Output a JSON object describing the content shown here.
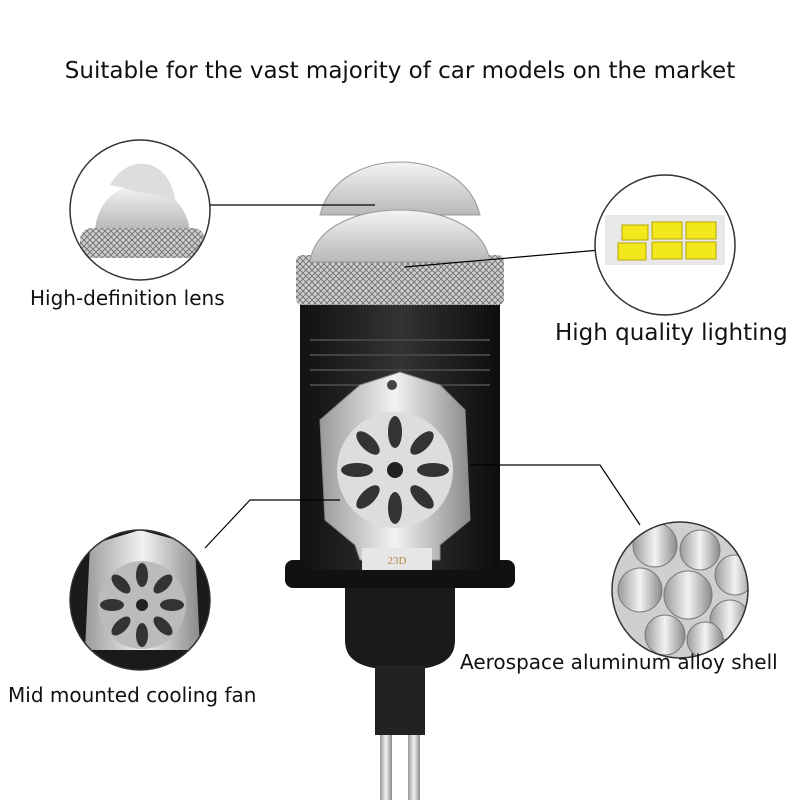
{
  "title": "Suitable for the vast majority of car models on the market",
  "features": [
    {
      "label": "High-definition lens",
      "icon": "lens-closeup"
    },
    {
      "label": "High quality lighting",
      "icon": "led-chip-closeup"
    },
    {
      "label": "Mid mounted cooling fan",
      "icon": "fan-closeup"
    },
    {
      "label": "Aerospace aluminum alloy shell",
      "icon": "aluminum-rods-closeup"
    }
  ],
  "product": {
    "plate_marking": "23D"
  }
}
